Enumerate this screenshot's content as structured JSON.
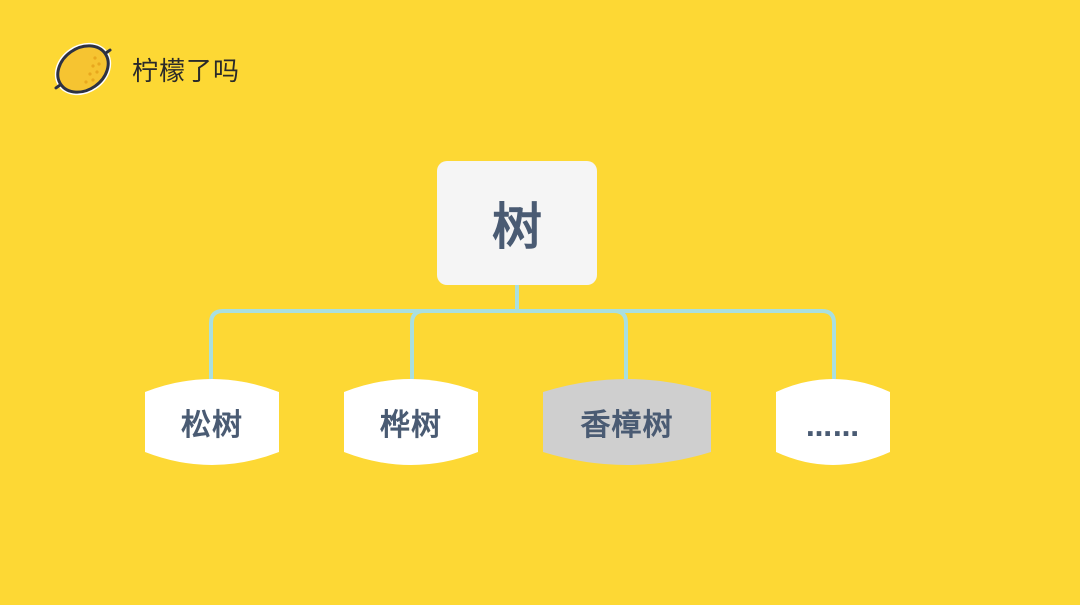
{
  "brand": {
    "name": "柠檬了吗",
    "icon": "lemon-icon"
  },
  "colors": {
    "background": "#FDD834",
    "node_fill": "#FFFFFF",
    "root_fill": "#F5F5F5",
    "highlight_fill": "#CFCFCF",
    "text": "#4A5B73",
    "connector": "#A9DFE0"
  },
  "tree": {
    "root": "树",
    "children": [
      {
        "label": "松树",
        "highlighted": false
      },
      {
        "label": "桦树",
        "highlighted": false
      },
      {
        "label": "香樟树",
        "highlighted": true
      },
      {
        "label": "……",
        "highlighted": false
      }
    ]
  }
}
